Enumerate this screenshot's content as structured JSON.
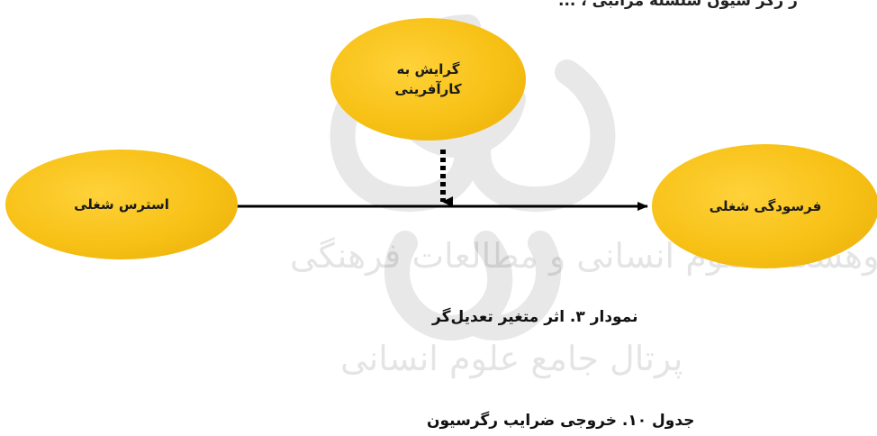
{
  "top_text": "ز رگر سیون سلسله مراتبی ، ...",
  "nodes": {
    "moderator": {
      "line1": "گرایش به",
      "line2": "کارآفرینی"
    },
    "independent": {
      "label": "استرس شغلی"
    },
    "dependent": {
      "label": "فرسودگی شغلی"
    }
  },
  "figure_caption": "نمودار ۳. اثر متغیر تعدیل‌گر",
  "table_caption": "جدول ۱۰. خروجی ضرایب رگرسیون",
  "watermark_text": [
    "پژوهشگاه علوم انسانی و مطالعات فرهنگی",
    "پرتال جامع علوم انسانی"
  ],
  "colors": {
    "node_fill": "#f7c116",
    "arrow": "#000000"
  }
}
